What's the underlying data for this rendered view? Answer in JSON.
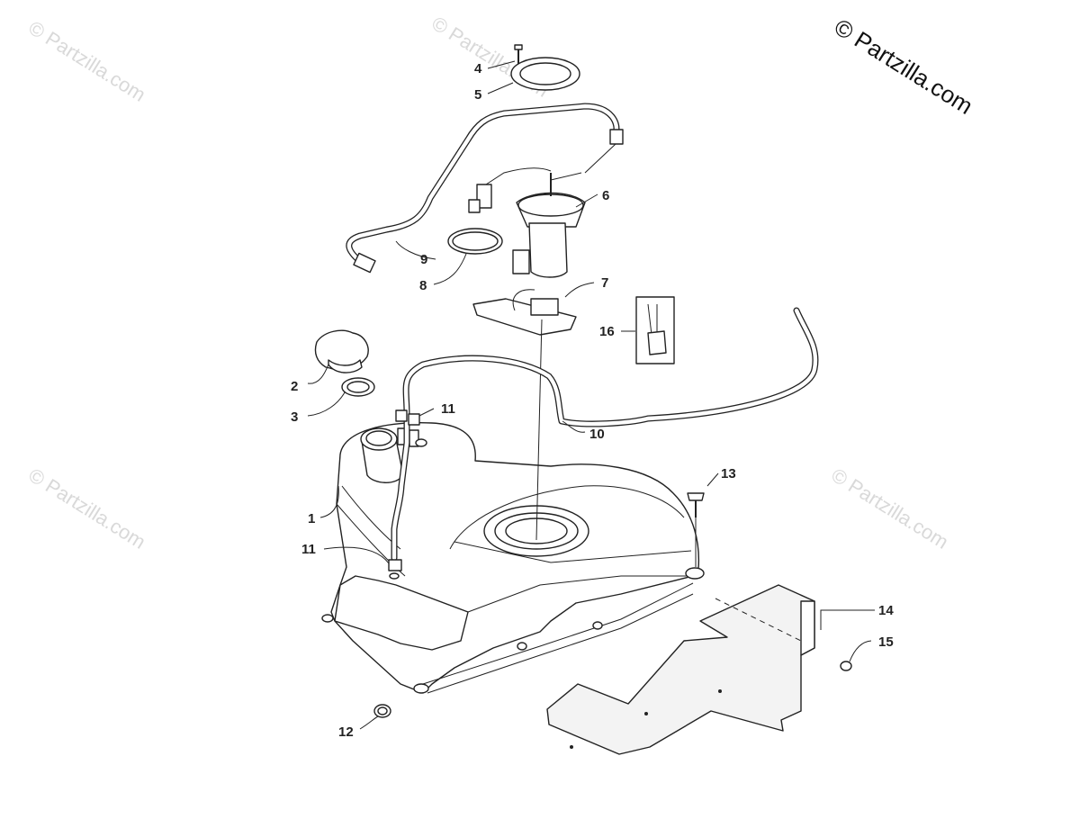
{
  "diagram": {
    "watermark_main": "© Partzilla.com",
    "watermark_faint": "© Partzilla.com",
    "callouts": [
      "1",
      "2",
      "3",
      "4",
      "5",
      "6",
      "7",
      "8",
      "9",
      "10",
      "11",
      "11",
      "12",
      "13",
      "14",
      "15",
      "16"
    ]
  }
}
